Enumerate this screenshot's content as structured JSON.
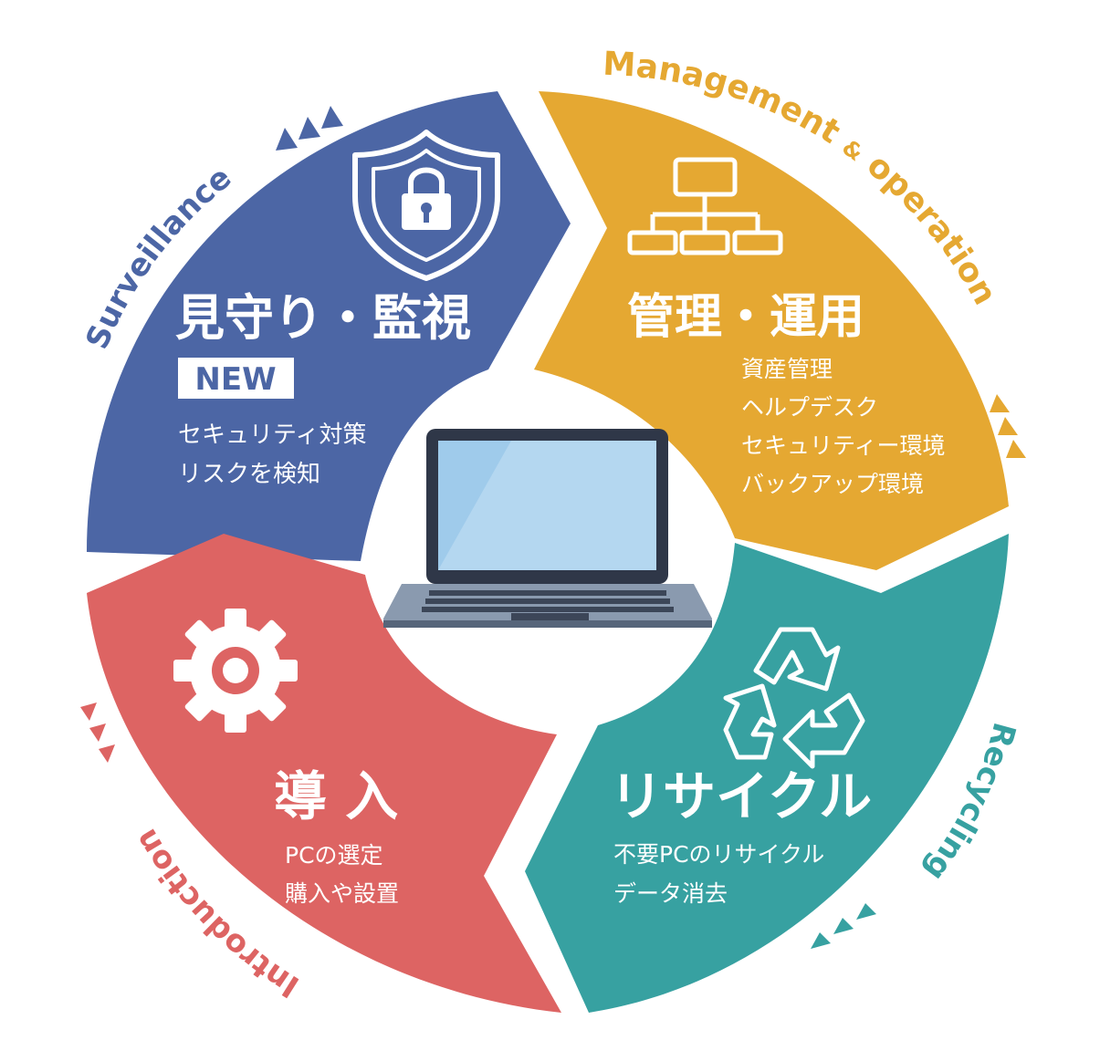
{
  "arc_labels": {
    "surveillance": "Surveillance",
    "management": "Management",
    "amp": "&",
    "operation": "operation",
    "recycling": "Recycling",
    "introduction": "Introduction"
  },
  "segments": {
    "surveillance": {
      "title": "見守り・監視",
      "badge": "NEW",
      "lines": [
        "セキュリティ対策",
        "リスクを検知"
      ],
      "color": "#4c66a5"
    },
    "management": {
      "title": "管理・運用",
      "lines": [
        "資産管理",
        "ヘルプデスク",
        "セキュリティー環境",
        "バックアップ環境"
      ],
      "color": "#e5a832"
    },
    "recycling": {
      "title": "リサイクル",
      "lines": [
        "不要PCのリサイクル",
        "データ消去"
      ],
      "color": "#37a1a1"
    },
    "introduction": {
      "title": "導 入",
      "lines": [
        "PCの選定",
        "購入や設置"
      ],
      "color": "#dd6463"
    }
  },
  "icons": {
    "surveillance": "shield-lock-icon",
    "management": "org-chart-icon",
    "recycling": "recycle-icon",
    "introduction": "gear-icon",
    "center": "laptop-icon"
  }
}
